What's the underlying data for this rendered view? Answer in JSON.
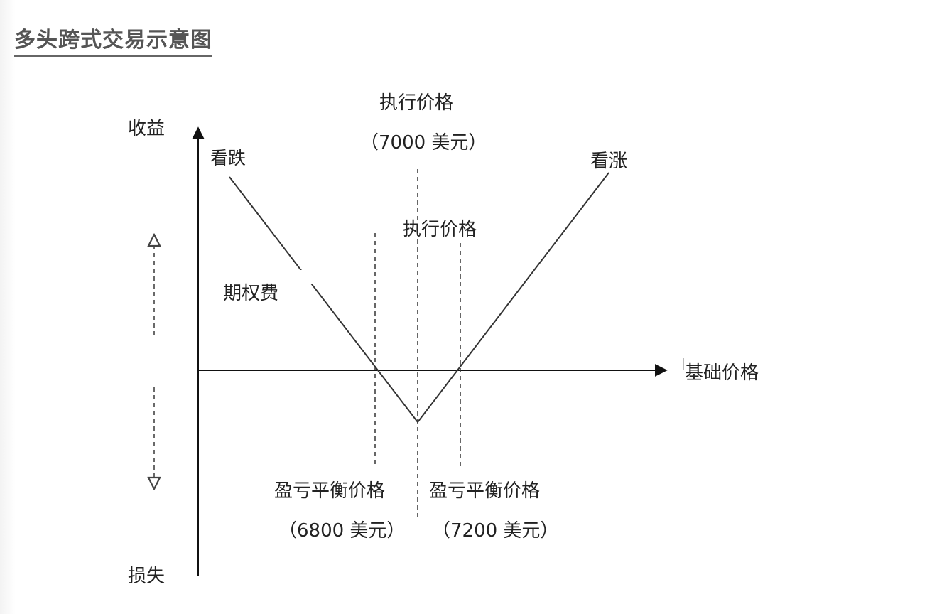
{
  "page": {
    "title": "多头跨式交易示意图"
  },
  "diagram": {
    "y_axis_top_label": "收益",
    "y_axis_bottom_label": "损失",
    "x_axis_label": "基础价格",
    "put_label": "看跌",
    "call_label": "看涨",
    "premium_label": "期权费",
    "strike_label_top": "执行价格",
    "strike_value_top": "（7000 美元）",
    "strike_label_mid": "执行价格",
    "breakeven_low_label": "盈亏平衡价格",
    "breakeven_low_value": "（6800 美元）",
    "breakeven_high_label": "盈亏平衡价格",
    "breakeven_high_value": "（7200 美元）",
    "line_color": "#333333"
  }
}
